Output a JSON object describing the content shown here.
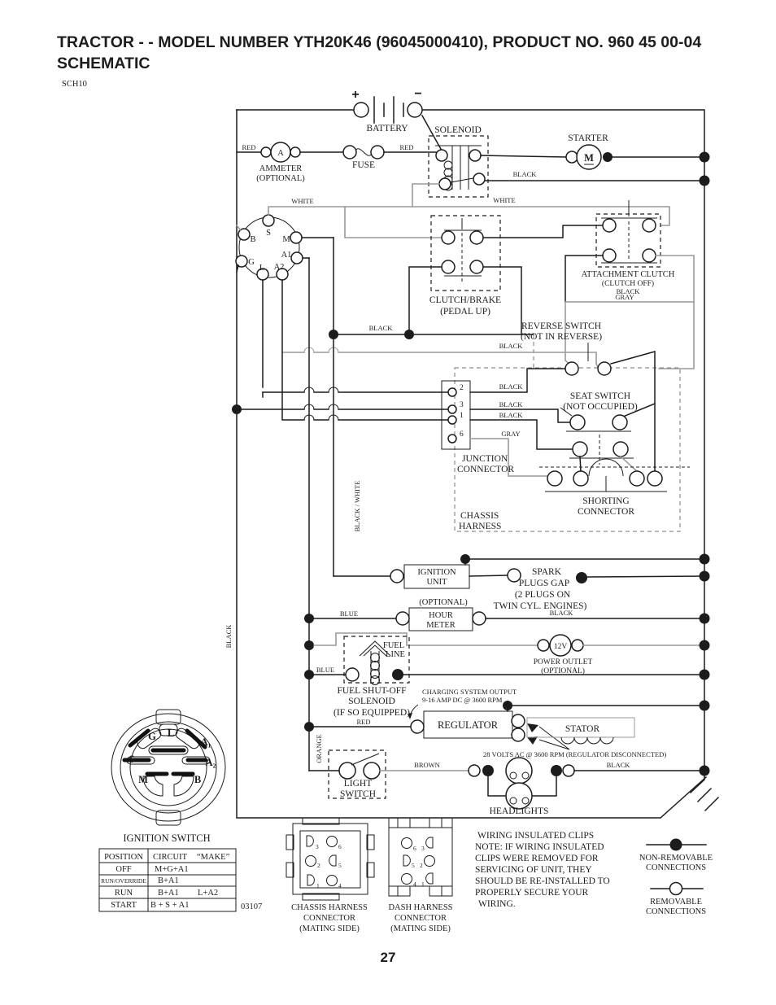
{
  "page": {
    "title": "TRACTOR - - MODEL NUMBER YTH20K46 (96045000410), PRODUCT NO. 960 45 00-04",
    "subtitle": "SCHEMATIC",
    "sch_code": "SCH10",
    "page_number": "27",
    "drawing_number": "03107"
  },
  "wire_labels": {
    "red": "RED",
    "black": "BLACK",
    "white": "WHITE",
    "gray": "GRAY",
    "blue": "BLUE",
    "brown": "BROWN",
    "orange": "ORANGE",
    "black_white": "BLACK / WHITE"
  },
  "battery": {
    "label": "BATTERY",
    "plus": "+",
    "minus": "−"
  },
  "solenoid": {
    "label": "SOLENOID"
  },
  "starter": {
    "label": "STARTER",
    "motor": "M"
  },
  "ammeter": {
    "line1": "AMMETER",
    "line2": "(OPTIONAL)",
    "symbol": "A"
  },
  "fuse": {
    "label": "FUSE"
  },
  "ignition_switch_symbol": {
    "terminals": {
      "s": "S",
      "b": "B",
      "m": "M",
      "g": "G",
      "a1": "A1",
      "l": "L",
      "a2": "A2"
    }
  },
  "clutch_brake": {
    "line1": "CLUTCH/BRAKE",
    "line2": "(PEDAL UP)"
  },
  "attachment_clutch": {
    "line1": "ATTACHMENT CLUTCH",
    "line2": "(CLUTCH OFF)"
  },
  "reverse_switch": {
    "line1": "REVERSE SWITCH",
    "line2": "(NOT IN REVERSE)"
  },
  "seat_switch": {
    "line1": "SEAT SWITCH",
    "line2": "(NOT OCCUPIED)"
  },
  "junction_connector": {
    "line1": "JUNCTION",
    "line2": "CONNECTOR",
    "pins": [
      "2",
      "3",
      "1",
      "6"
    ]
  },
  "chassis_harness": {
    "line1": "CHASSIS",
    "line2": "HARNESS"
  },
  "shorting_connector": {
    "line1": "SHORTING",
    "line2": "CONNECTOR"
  },
  "ignition_unit": {
    "line1": "IGNITION",
    "line2": "UNIT"
  },
  "spark_plugs": {
    "line1": "SPARK",
    "line2": "PLUGS GAP",
    "line3": "(2 PLUGS ON",
    "line4": "TWIN CYL. ENGINES)"
  },
  "hour_meter": {
    "optional": "(OPTIONAL)",
    "line1": "HOUR",
    "line2": "METER"
  },
  "power_outlet": {
    "value": "12V",
    "line1": "POWER OUTLET",
    "line2": "(OPTIONAL)"
  },
  "fuel_line": {
    "line1": "FUEL",
    "line2": "LINE"
  },
  "fuel_shutoff": {
    "line1": "FUEL SHUT-OFF",
    "line2": "SOLENOID",
    "line3": "(IF SO EQUIPPED)"
  },
  "charging_note": {
    "line1": "CHARGING SYSTEM OUTPUT",
    "line2": "9-16 AMP DC @ 3600 RPM"
  },
  "regulator": {
    "label": "REGULATOR"
  },
  "stator": {
    "label": "STATOR"
  },
  "volts_note": "28 VOLTS AC @ 3600 RPM (REGULATOR DISCONNECTED)",
  "light_switch": {
    "line1": "LIGHT",
    "line2": "SWITCH"
  },
  "headlights": {
    "label": "HEADLIGHTS"
  },
  "ignition_switch_detail": {
    "caption": "IGNITION SWITCH",
    "terminals": {
      "g": "G",
      "l": "L",
      "a1": "A₁",
      "a2": "A₂",
      "s": "S",
      "m": "M",
      "b": "B"
    }
  },
  "switch_table": {
    "header": {
      "position": "POSITION",
      "circuit": "CIRCUIT",
      "make": "“MAKE”"
    },
    "rows": [
      {
        "position": "OFF",
        "make1": "M+G+A1",
        "make2": ""
      },
      {
        "position": "RUN/OVERRIDE",
        "make1": "B+A1",
        "make2": ""
      },
      {
        "position": "RUN",
        "make1": "B+A1",
        "make2": "L+A2"
      },
      {
        "position": "START",
        "make1": "B + S + A1",
        "make2": ""
      }
    ]
  },
  "chassis_connector": {
    "caption1": "CHASSIS HARNESS",
    "caption2": "CONNECTOR",
    "caption3": "(MATING SIDE)",
    "pins": [
      "3",
      "6",
      "2",
      "5",
      "1",
      "4"
    ]
  },
  "dash_connector": {
    "caption1": "DASH HARNESS",
    "caption2": "CONNECTOR",
    "caption3": "(MATING SIDE)",
    "pins": [
      "6",
      "3",
      "5",
      "2",
      "4",
      "1"
    ]
  },
  "wiring_note": {
    "lines": [
      "WIRING INSULATED CLIPS",
      "NOTE:  IF WIRING INSULATED",
      "CLIPS WERE REMOVED FOR",
      "SERVICING OF UNIT, THEY",
      "SHOULD BE RE-INSTALLED TO",
      "PROPERLY SECURE YOUR",
      "WIRING."
    ]
  },
  "legend": {
    "non_removable1": "NON-REMOVABLE",
    "non_removable2": "CONNECTIONS",
    "removable1": "REMOVABLE",
    "removable2": "CONNECTIONS"
  }
}
